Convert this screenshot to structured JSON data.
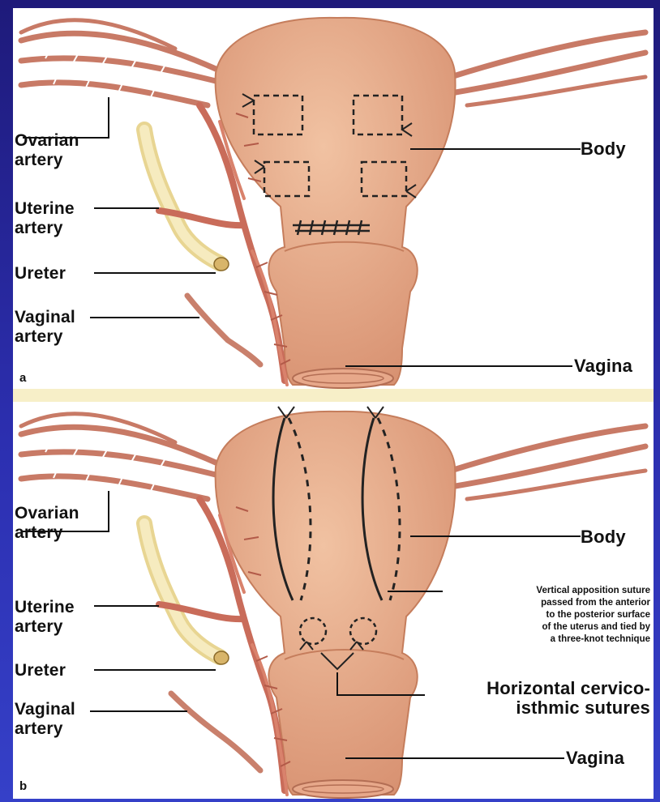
{
  "panel_a": {
    "letter": "a",
    "labels": {
      "ovarian_line1": "Ovarian",
      "ovarian_line2": "artery",
      "uterine_line1": "Uterine",
      "uterine_line2": "artery",
      "ureter": "Ureter",
      "vaginal_line1": "Vaginal",
      "vaginal_line2": "artery",
      "body": "Body",
      "vagina": "Vagina"
    }
  },
  "panel_b": {
    "letter": "b",
    "labels": {
      "ovarian_line1": "Ovarian",
      "ovarian_line2": "artery",
      "uterine_line1": "Uterine",
      "uterine_line2": "artery",
      "ureter": "Ureter",
      "vaginal_line1": "Vaginal",
      "vaginal_line2": "artery",
      "body": "Body",
      "horizontal_line1": "Horizontal cervico-",
      "horizontal_line2": "isthmic sutures",
      "vagina": "Vagina",
      "note_line1": "Vertical apposition suture",
      "note_line2": "passed from the anterior",
      "note_line3": "to the posterior surface",
      "note_line4": "of the uterus and tied by",
      "note_line5": "a three-knot technique"
    }
  },
  "colors": {
    "background": "#2c2fb0",
    "uterus": "#e0a07c",
    "artery": "#c8705e",
    "ureter": "#f2e3a8",
    "separator": "#f7efc8"
  }
}
